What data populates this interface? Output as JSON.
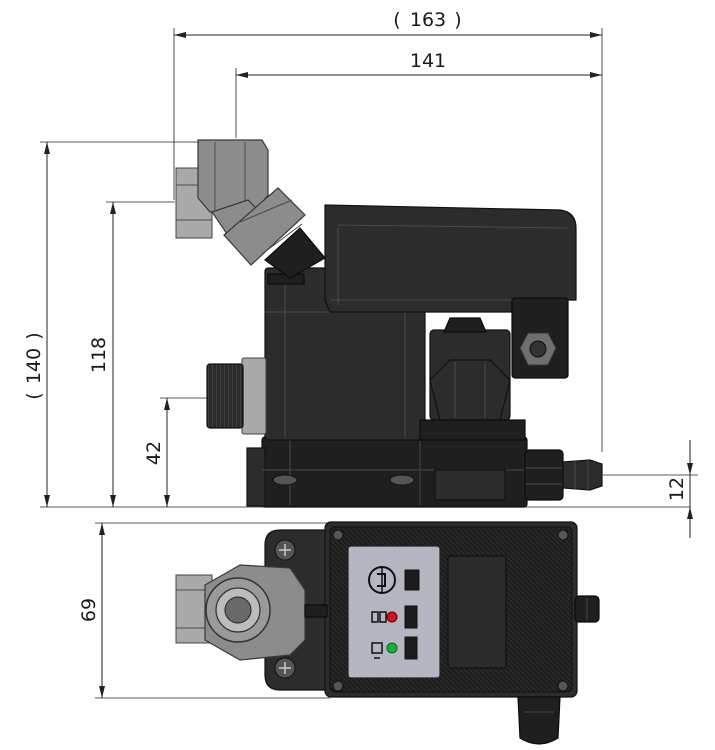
{
  "dimensions": {
    "overall_width": "163",
    "body_width": "141",
    "overall_height": "140",
    "inlet_height": "118",
    "drain_height": "42",
    "outlet_height": "12",
    "depth": "69"
  },
  "colors": {
    "housing": "#2c2c2c",
    "metal_fitting": "#8c8c8c",
    "control_panel": "#b4b7c2",
    "led_red": "#d01818",
    "led_green": "#18b030"
  }
}
